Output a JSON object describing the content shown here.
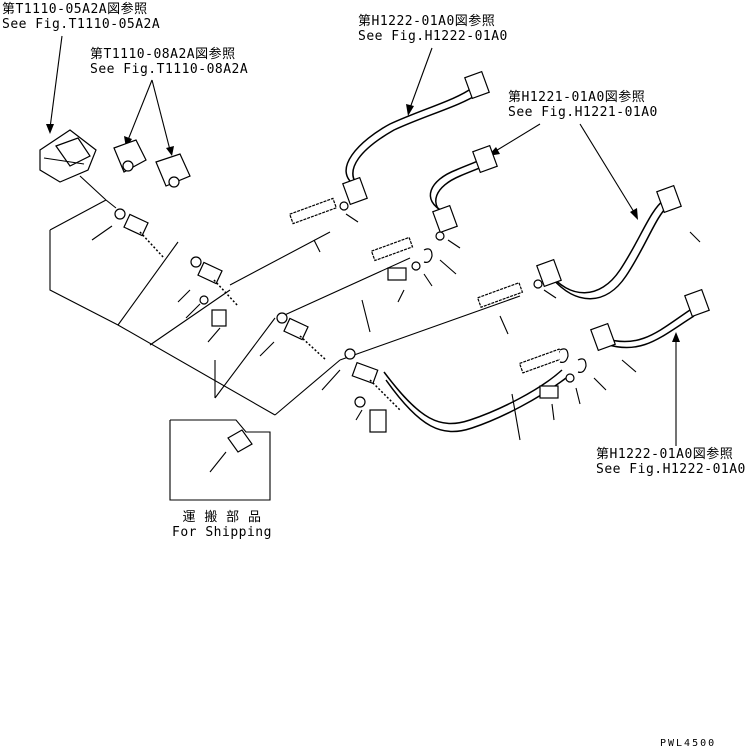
{
  "callouts": {
    "t1110_05a2a": {
      "jp": "第T1110-05A2A図参照",
      "en": "See Fig.T1110-05A2A"
    },
    "t1110_08a2a": {
      "jp": "第T1110-08A2A図参照",
      "en": "See Fig.T1110-08A2A"
    },
    "h1222_top": {
      "jp": "第H1222-01A0図参照",
      "en": "See Fig.H1222-01A0"
    },
    "h1221": {
      "jp": "第H1221-01A0図参照",
      "en": "See Fig.H1221-01A0"
    },
    "h1222_bottom": {
      "jp": "第H1222-01A0図参照",
      "en": "See Fig.H1222-01A0"
    }
  },
  "shipping": {
    "jp": "運 搬 部 品",
    "en": "For Shipping"
  },
  "drawing_code": "PWL4500"
}
